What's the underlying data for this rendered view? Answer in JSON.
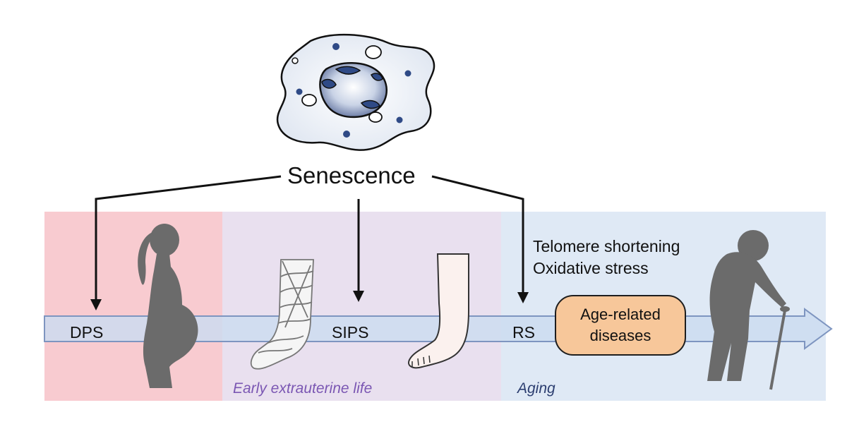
{
  "diagram": {
    "title": "Senescence",
    "stages": {
      "dps": "DPS",
      "sips": "SIPS",
      "rs": "RS"
    },
    "causes": [
      "Telomere shortening",
      "Oxidative stress"
    ],
    "disease_box": [
      "Age-related",
      "diseases"
    ],
    "eras": {
      "early": "Early extrauterine life",
      "aging": "Aging"
    },
    "colors": {
      "prenatal_band": "#f8cbd0",
      "early_band": "#e9e0ef",
      "aging_band": "#dfe9f5",
      "arrow_fill": "#cddcf0",
      "arrow_stroke": "#7e95c0",
      "silhouette": "#6b6b6b",
      "disease_fill": "#f7c79a",
      "early_text": "#7b57b3",
      "aging_text": "#2c3e70"
    }
  }
}
